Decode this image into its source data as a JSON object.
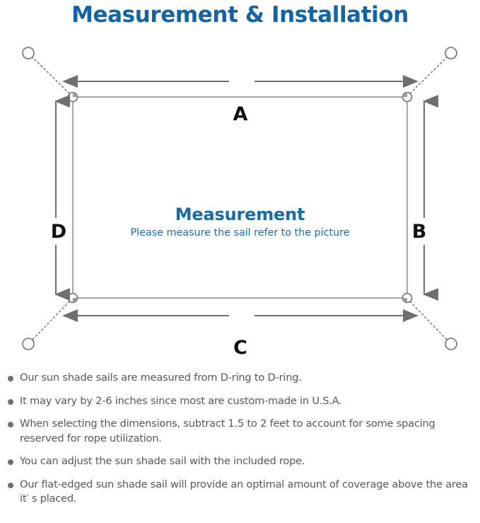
{
  "page": {
    "title": "Measurement & Installation",
    "background_color": "#ffffff",
    "title_color": "#1464a5"
  },
  "diagram": {
    "name": "shade-sail-measurement-diagram",
    "sail_caption": {
      "title": "Measurement",
      "subtitle": "Please measure the sail refer to the picture",
      "title_color": "#1b6aa5",
      "subtitle_color": "#1d6ea6"
    },
    "dimension_labels": [
      {
        "id": "a",
        "label": "A",
        "edge": "top"
      },
      {
        "id": "b",
        "label": "B",
        "edge": "right"
      },
      {
        "id": "c",
        "label": "C",
        "edge": "bottom"
      },
      {
        "id": "d",
        "label": "D",
        "edge": "left"
      }
    ],
    "d_rings": [
      {
        "id": "top-left",
        "corner": "top-left"
      },
      {
        "id": "top-right",
        "corner": "top-right"
      },
      {
        "id": "bottom-left",
        "corner": "bottom-left"
      },
      {
        "id": "bottom-right",
        "corner": "bottom-right"
      }
    ],
    "anchor_points": [
      {
        "id": "top-left",
        "corner": "top-left"
      },
      {
        "id": "top-right",
        "corner": "top-right"
      },
      {
        "id": "bottom-left",
        "corner": "bottom-left"
      },
      {
        "id": "bottom-right",
        "corner": "bottom-right"
      }
    ],
    "line_color": "#6f6f72",
    "sail_outline_color": "#8a8a8d"
  },
  "notes": {
    "items": [
      "Our sun shade sails are measured from D-ring to D-ring.",
      "It may vary by 2-6 inches since most are custom-made in U.S.A.",
      "When selecting the dimensions, subtract 1.5 to 2 feet to account for some spacing reserved for rope utilization.",
      "You can adjust the sun shade sail with the included rope.",
      "Our flat-edged sun shade sail will provide an optimal amount of coverage above the area it′ s placed."
    ],
    "text_color": "#58585a",
    "bullet_color": "#6f6f72"
  }
}
